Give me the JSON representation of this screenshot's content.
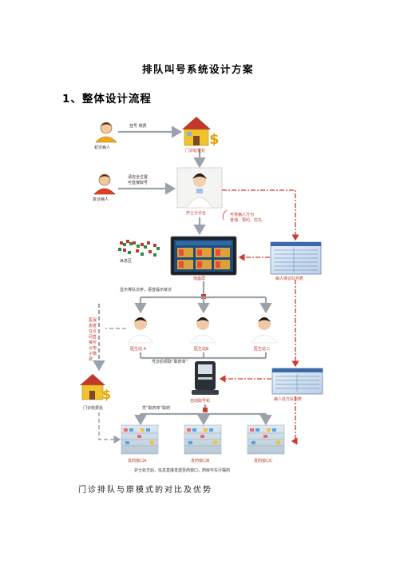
{
  "doc": {
    "title": "排队叫号系统设计方案",
    "section_heading": "1、整体设计流程",
    "caption": "门诊排队与原模式的对比及优势"
  },
  "diagram": {
    "first_patient": "初诊病人",
    "registration_fee": "挂号 缴费",
    "clinic_fee_office_top": "门诊收费处",
    "return_patient": "复诊病人",
    "return_note_1": "请完全位置",
    "return_note_2": "可直接取号",
    "nurse_triage": "护士分诊台",
    "triage_note_1": "可将病人分为",
    "triage_note_2": "普通、预约、优先",
    "waiting_area": "休息区",
    "display_screen": "液晶屏",
    "call_note": "显示排队次序，语音提示就诊",
    "patient_queue_list": "病人候诊队列表",
    "doctor_a": "医生站 A",
    "doctor_b": "医生站B",
    "doctor_c": "医生站 C",
    "after_diag_note": "凭诊后领取“取药单”",
    "side_note": "医保患者在诊间直接可以电子缴费",
    "kiosk": "自动取号机",
    "prescription_list": "病人处方队列表",
    "take_ticket_note": "凭“取药单”取药",
    "clinic_fee_office_bottom": "门诊收费处",
    "pharmacy_a": "发药窗口A",
    "pharmacy_b": "发药窗口B",
    "pharmacy_c": "发药窗口C",
    "bottom_note": "护士处方后，信息直接发送至药窗口，药房可先行摆药"
  },
  "colors": {
    "arrow_gray": "#9aa3ab",
    "dash_red": "#d0392b",
    "label_red": "#c0392b",
    "house_yellow": "#f2c230",
    "roof_red": "#c0392b"
  }
}
